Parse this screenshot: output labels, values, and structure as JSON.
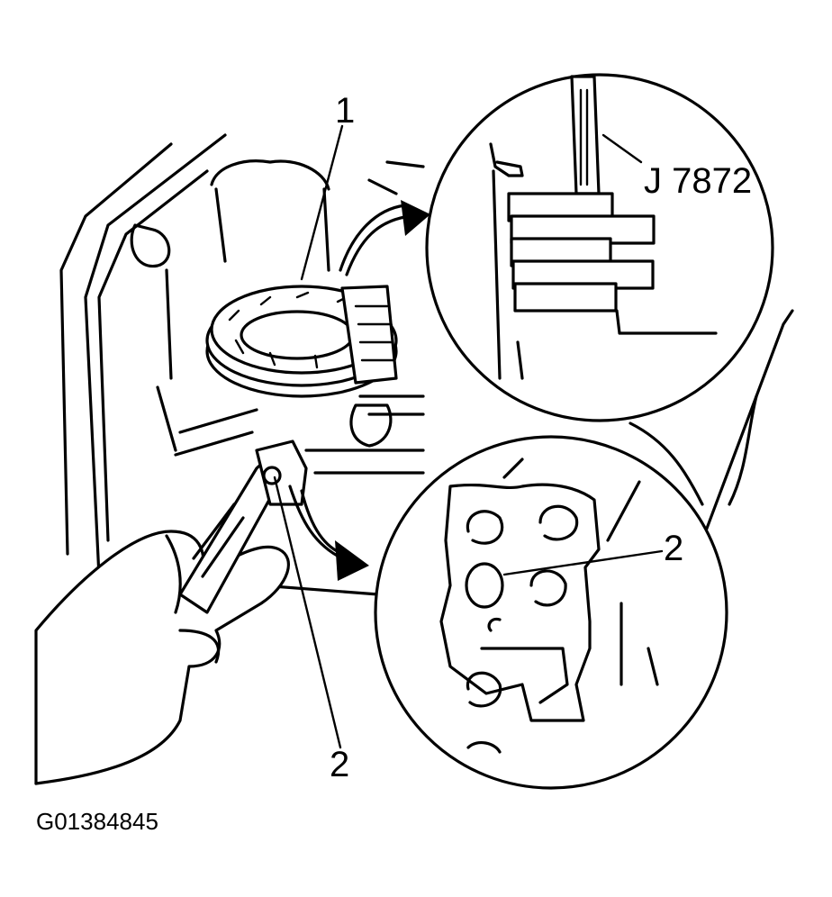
{
  "callouts": {
    "part_1": "1",
    "part_2_main": "2",
    "part_2_detail": "2",
    "tool": "J 7872"
  },
  "figure_code": "G01384845",
  "colors": {
    "line": "#000000",
    "background": "#ffffff"
  }
}
